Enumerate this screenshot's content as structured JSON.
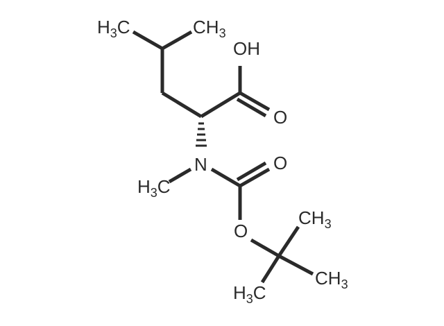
{
  "molecule": {
    "label_color": "#2a2a2a",
    "labels": {
      "h3c_top": {
        "main": "H",
        "sub": "3",
        "tail": "C"
      },
      "ch3_top": {
        "main": "CH",
        "sub": "3"
      },
      "oh": "OH",
      "o_acid": "O",
      "n": "N",
      "o_carbamate": "O",
      "h3c_n": {
        "main": "H",
        "sub": "3",
        "tail": "C"
      },
      "o_ester": "O",
      "ch3_upper_right": {
        "main": "CH",
        "sub": "3"
      },
      "ch3_lower_right": {
        "main": "CH",
        "sub": "3"
      },
      "h3c_bottom": {
        "main": "H",
        "sub": "3",
        "tail": "C"
      }
    }
  }
}
